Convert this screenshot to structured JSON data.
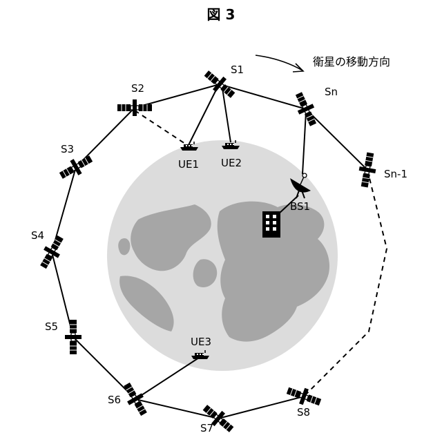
{
  "figure": {
    "title": "図 3",
    "direction_label": "衛星の移動方向"
  },
  "colors": {
    "earth": "#dcdcdc",
    "land": "#a6a6a6",
    "line": "#000000"
  },
  "satellites": [
    {
      "id": "S1"
    },
    {
      "id": "S2"
    },
    {
      "id": "S3"
    },
    {
      "id": "S4"
    },
    {
      "id": "S5"
    },
    {
      "id": "S6"
    },
    {
      "id": "S7"
    },
    {
      "id": "S8"
    },
    {
      "id": "Sn"
    },
    {
      "id": "Sn-1"
    }
  ],
  "ground_terminals": [
    {
      "id": "UE1"
    },
    {
      "id": "UE2"
    },
    {
      "id": "UE3"
    }
  ],
  "base_station": {
    "id": "BS1"
  }
}
